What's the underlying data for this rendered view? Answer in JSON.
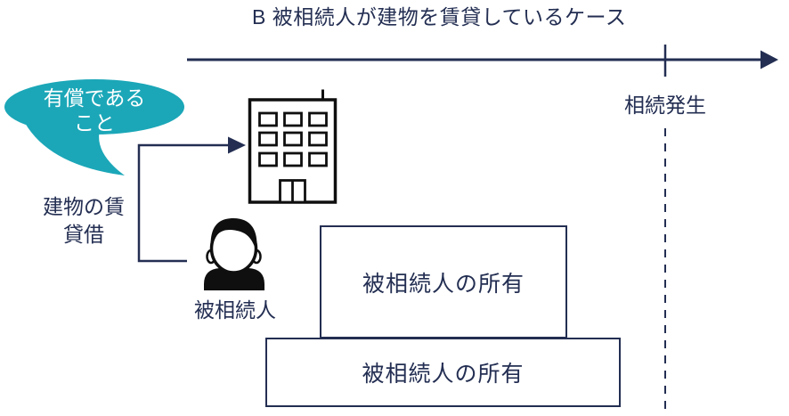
{
  "title": "B 被相続人が建物を賃貸しているケース",
  "timeline": {
    "event_label": "相続発生"
  },
  "callout": {
    "line1": "有償である",
    "line2": "こと"
  },
  "lease_label": {
    "line1": "建物の賃",
    "line2": "貸借"
  },
  "person": {
    "label": "被相続人"
  },
  "boxes": {
    "upper_label": "被相続人の所有",
    "lower_label": "被相続人の所有"
  },
  "icons": {
    "building": "building-icon",
    "person": "person-icon",
    "arrows": "arrow-right-icon"
  },
  "colors": {
    "navy": "#232E52",
    "teal": "#1BA7B8",
    "ink": "#0F0F0F",
    "background": "#FFFFFF"
  }
}
